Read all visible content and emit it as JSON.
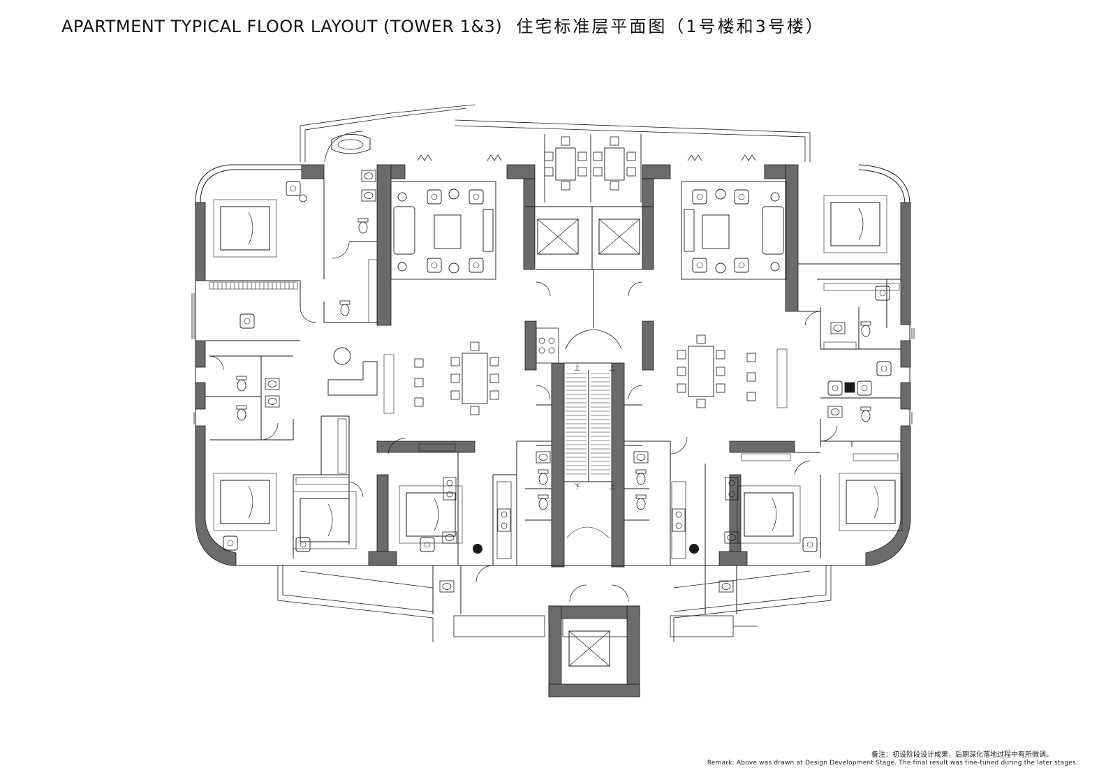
{
  "title": {
    "en": "APARTMENT TYPICAL FLOOR LAYOUT (TOWER 1&3)",
    "zh": "住宅标准层平面图（1号楼和3号楼）"
  },
  "remark": {
    "zh": "备注：初设阶段设计成果，后期深化落地过程中有所微调。",
    "en": "Remark: Above was drawn at Design Development Stage. The final result was fine-tuned during the later stages."
  },
  "stair_labels": {
    "up_a": "上",
    "up_b": "上",
    "down_a": "下",
    "up_c": "上"
  },
  "colors": {
    "wall_fill": "#6b6b6b",
    "line": "#1a1a1a",
    "background": "#ffffff"
  }
}
